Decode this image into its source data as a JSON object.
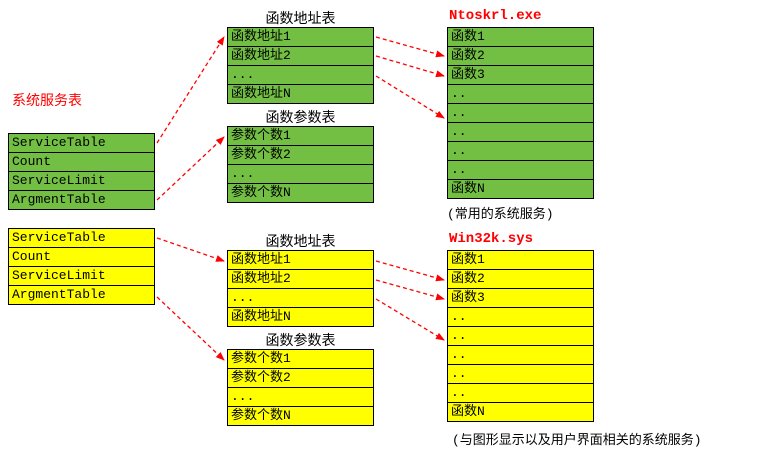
{
  "colors": {
    "green": "#72bf44",
    "yellow": "#ffff00",
    "red": "#ff0000"
  },
  "labels": {
    "system_service_table": "系统服务表"
  },
  "tables": {
    "ssdt_green": {
      "rows": [
        "ServiceTable",
        "Count",
        "ServiceLimit",
        "ArgmentTable"
      ]
    },
    "ssdt_yellow": {
      "rows": [
        "ServiceTable",
        "Count",
        "ServiceLimit",
        "ArgmentTable"
      ]
    },
    "addr_green": {
      "title": "函数地址表",
      "rows": [
        "函数地址1",
        "函数地址2",
        "...",
        "函数地址N"
      ]
    },
    "param_green": {
      "title": "函数参数表",
      "rows": [
        "参数个数1",
        "参数个数2",
        "...",
        "参数个数N"
      ]
    },
    "addr_yellow": {
      "title": "函数地址表",
      "rows": [
        "函数地址1",
        "函数地址2",
        "...",
        "函数地址N"
      ]
    },
    "param_yellow": {
      "title": "函数参数表",
      "rows": [
        "参数个数1",
        "参数个数2",
        "...",
        "参数个数N"
      ]
    },
    "ntoskrnl": {
      "title": "Ntoskrl.exe",
      "caption": "(常用的系统服务)",
      "rows": [
        "函数1",
        "函数2",
        "函数3",
        "..",
        "..",
        "..",
        "..",
        "..",
        "函数N"
      ]
    },
    "win32k": {
      "title": "Win32k.sys",
      "caption": "(与图形显示以及用户界面相关的系统服务)",
      "rows": [
        "函数1",
        "函数2",
        "函数3",
        "..",
        "..",
        "..",
        "..",
        "..",
        "函数N"
      ]
    }
  }
}
